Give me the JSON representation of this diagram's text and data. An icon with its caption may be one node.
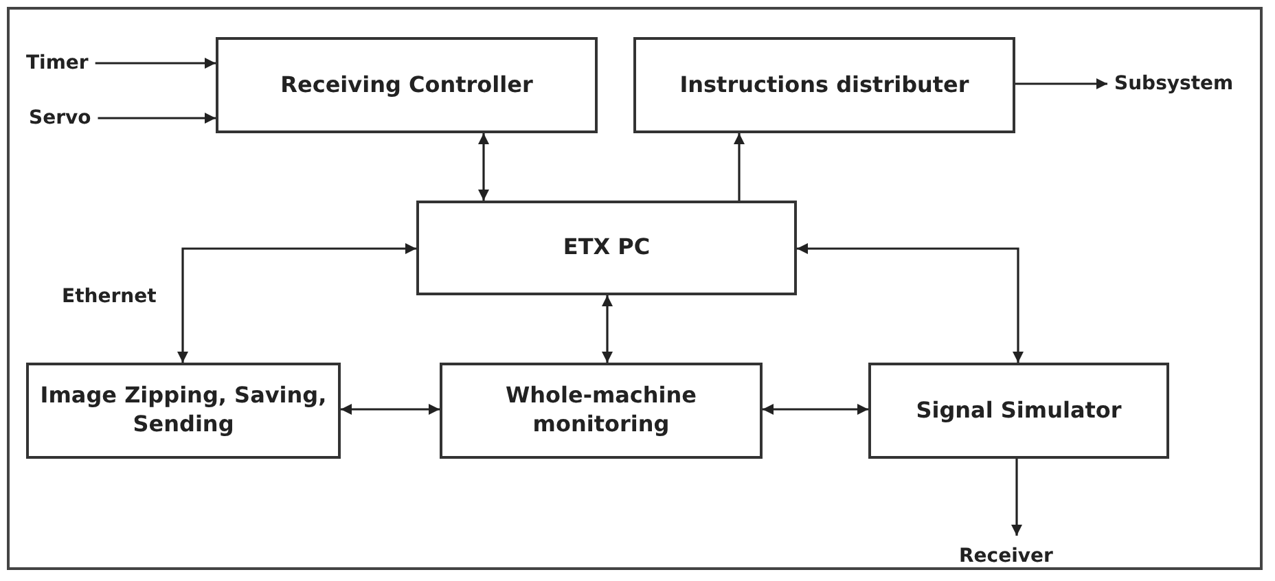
{
  "diagram": {
    "nodes": [
      {
        "text": [
          "Timer"
        ]
      },
      {
        "text": [
          "Servo"
        ]
      },
      {
        "text": [
          "Receiving Controller"
        ]
      },
      {
        "text": [
          "Instructions distributer"
        ]
      },
      {
        "text": [
          "Subsystem"
        ]
      },
      {
        "text": [
          "ETX PC"
        ]
      },
      {
        "text": [
          "Image Zipping, Saving, Sending"
        ]
      },
      {
        "text": [
          "Whole-machine monitoring"
        ]
      },
      {
        "text": [
          "Signal Simulator"
        ]
      },
      {
        "text": [
          "Receiver"
        ]
      }
    ],
    "edges": [
      {
        "from": 0,
        "to": 2,
        "arrow": "to"
      },
      {
        "from": 1,
        "to": 2,
        "arrow": "to"
      },
      {
        "from": 3,
        "to": 4,
        "arrow": "to"
      },
      {
        "from": 2,
        "to": 5,
        "arrow": "both"
      },
      {
        "from": 5,
        "to": 3,
        "arrow": "to"
      },
      {
        "from": 5,
        "to": 6,
        "arrow": "both",
        "label": "Ethernet"
      },
      {
        "from": 5,
        "to": 7,
        "arrow": "both"
      },
      {
        "from": 5,
        "to": 8,
        "arrow": "both"
      },
      {
        "from": 6,
        "to": 7,
        "arrow": "both"
      },
      {
        "from": 7,
        "to": 8,
        "arrow": "both"
      },
      {
        "from": 8,
        "to": 9,
        "arrow": "to"
      }
    ]
  }
}
